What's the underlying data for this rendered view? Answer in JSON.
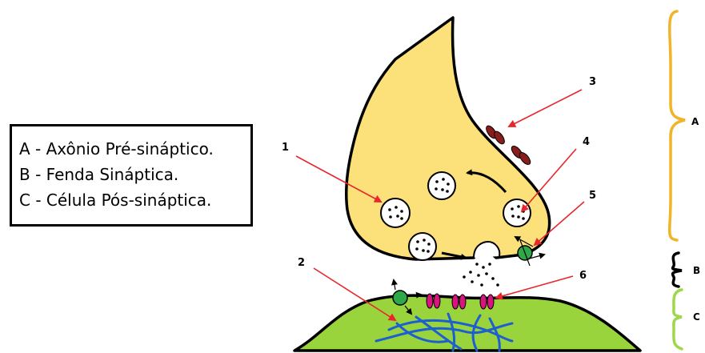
{
  "legend": {
    "items": [
      "A - Axônio Pré-sináptico.",
      "B - Fenda Sináptica.",
      "C - Célula Pós-sináptica."
    ]
  },
  "callouts": [
    "1",
    "2",
    "3",
    "4",
    "5",
    "6"
  ],
  "brace_labels": [
    "A",
    "B",
    "C"
  ],
  "colors": {
    "axon": "#fce07a",
    "postsynaptic": "#99d43c",
    "arrow": "#e8262c",
    "receptor": "#d8147f",
    "channel": "#8b1c1c",
    "transporter": "#2fa84a",
    "fiber": "#1c5fd0",
    "brace_a": "#f0b429",
    "brace_c": "#9ed84a"
  }
}
